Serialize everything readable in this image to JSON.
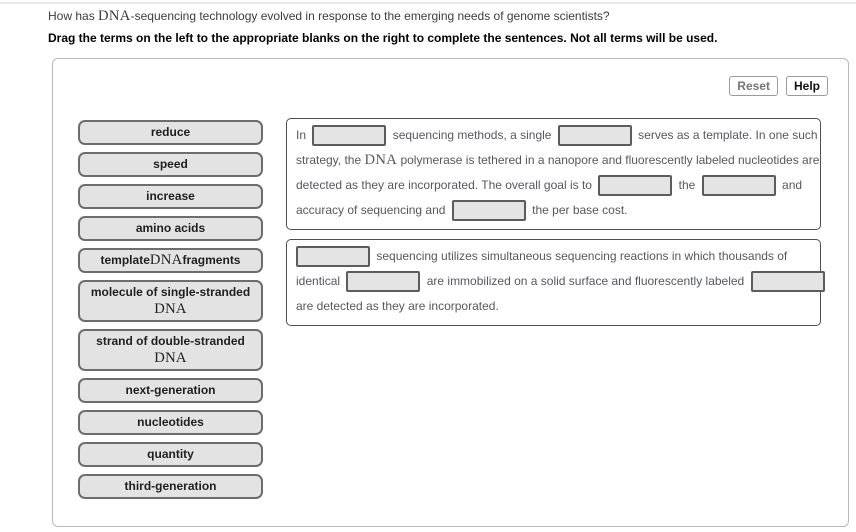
{
  "header": {
    "question_pre": "How has ",
    "question_dna": "DNA",
    "question_post": "-sequencing technology evolved in response to the emerging needs of genome scientists?",
    "instruction": "Drag the terms on the left to the appropriate blanks on the right to complete the sentences. Not all terms will be used."
  },
  "toolbar": {
    "reset_label": "Reset",
    "help_label": "Help"
  },
  "terms": {
    "items": [
      "reduce",
      "speed",
      "increase",
      "amino acids",
      "template DNA fragments",
      "molecule of single-stranded DNA",
      "strand of double-stranded DNA",
      "next-generation",
      "nucleotides",
      "quantity",
      "third-generation"
    ]
  },
  "paragraph1": {
    "l1a": "In",
    "l1b": "sequencing methods, a single",
    "l1c": "serves as a template. In one such",
    "l2a": "strategy, the",
    "l2dna": "DNA",
    "l2b": "polymerase is tethered in a nanopore and fluorescently labeled nucleotides are",
    "l3a": "detected as they are incorporated. The overall goal is to",
    "l3b": "the",
    "l3c": "and",
    "l4a": "accuracy of sequencing and",
    "l4b": "the per base cost."
  },
  "paragraph2": {
    "l1a": "sequencing utilizes simultaneous sequencing reactions in which thousands of",
    "l2a": "identical",
    "l2b": "are immobilized on a solid surface and fluorescently labeled",
    "l3a": "are detected as they are incorporated."
  },
  "colors": {
    "term_fill": "#e3e3e3",
    "term_border": "#6d6d6d",
    "blank_fill": "#e4e4e4",
    "blank_border": "#5c5c5c",
    "panel_border": "#b9b9b9"
  }
}
